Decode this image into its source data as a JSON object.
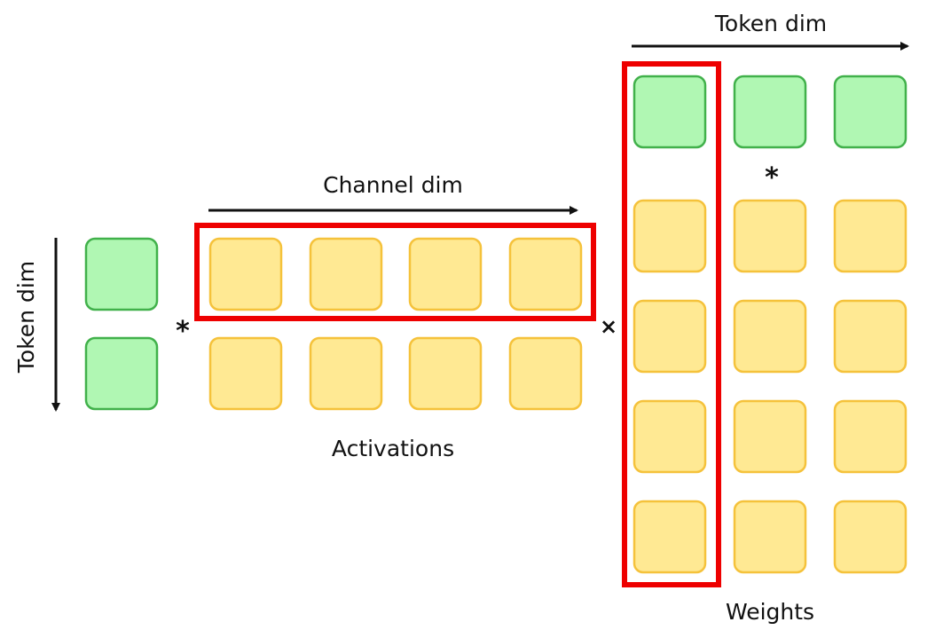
{
  "labels": {
    "token_dim_left": "Token dim",
    "channel_dim": "Channel dim",
    "token_dim_top": "Token dim",
    "activations": "Activations",
    "weights": "Weights"
  },
  "operators": {
    "left_multiply": "*",
    "matmul": "×",
    "weights_multiply": "*"
  },
  "colors": {
    "scale_fill": "#b0f7b3",
    "scale_stroke": "#41b14b",
    "value_fill": "#ffe993",
    "value_stroke": "#f5c23b",
    "highlight": "#ee0000",
    "arrow": "#111111"
  },
  "blocks": {
    "left_scales": {
      "rows": 2,
      "cols": 1,
      "kind": "scale"
    },
    "activations": {
      "rows": 2,
      "cols": 4,
      "kind": "value"
    },
    "weights_scales": {
      "rows": 1,
      "cols": 3,
      "kind": "scale"
    },
    "weights": {
      "rows": 4,
      "cols": 3,
      "kind": "value"
    }
  },
  "highlights": {
    "activations": "row 1",
    "weights": "column 1"
  }
}
